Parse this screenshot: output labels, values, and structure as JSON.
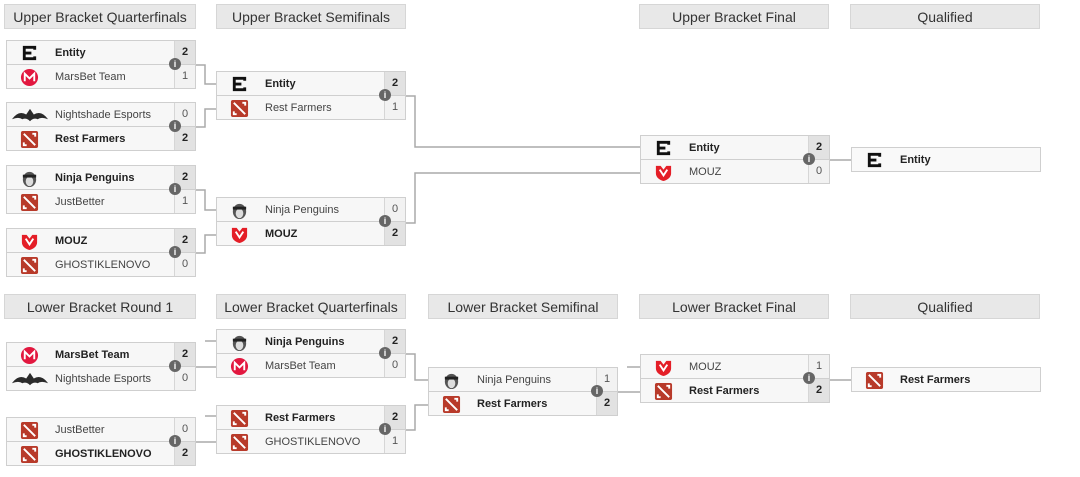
{
  "headers": {
    "ub_qf": "Upper Bracket Quarterfinals",
    "ub_sf": "Upper Bracket Semifinals",
    "ub_final": "Upper Bracket Final",
    "ub_qualified": "Qualified",
    "lb_r1": "Lower Bracket Round 1",
    "lb_qf": "Lower Bracket Quarterfinals",
    "lb_sf": "Lower Bracket Semifinal",
    "lb_final": "Lower Bracket Final",
    "lb_qualified": "Qualified"
  },
  "info_icon": "i",
  "upper": {
    "qf1": {
      "t1": "Entity",
      "s1": "2",
      "t2": "MarsBet Team",
      "s2": "1"
    },
    "qf2": {
      "t1": "Nightshade Esports",
      "s1": "0",
      "t2": "Rest Farmers",
      "s2": "2"
    },
    "qf3": {
      "t1": "Ninja Penguins",
      "s1": "2",
      "t2": "JustBetter",
      "s2": "1"
    },
    "qf4": {
      "t1": "MOUZ",
      "s1": "2",
      "t2": "GHOSTIKLENOVO",
      "s2": "0"
    },
    "sf1": {
      "t1": "Entity",
      "s1": "2",
      "t2": "Rest Farmers",
      "s2": "1"
    },
    "sf2": {
      "t1": "Ninja Penguins",
      "s1": "0",
      "t2": "MOUZ",
      "s2": "2"
    },
    "final": {
      "t1": "Entity",
      "s1": "2",
      "t2": "MOUZ",
      "s2": "0"
    },
    "qualified": "Entity"
  },
  "lower": {
    "r1a": {
      "t1": "MarsBet Team",
      "s1": "2",
      "t2": "Nightshade Esports",
      "s2": "0"
    },
    "r1b": {
      "t1": "JustBetter",
      "s1": "0",
      "t2": "GHOSTIKLENOVO",
      "s2": "2"
    },
    "qf1": {
      "t1": "Ninja Penguins",
      "s1": "2",
      "t2": "MarsBet Team",
      "s2": "0"
    },
    "qf2": {
      "t1": "Rest Farmers",
      "s1": "2",
      "t2": "GHOSTIKLENOVO",
      "s2": "1"
    },
    "sf": {
      "t1": "Ninja Penguins",
      "s1": "1",
      "t2": "Rest Farmers",
      "s2": "2"
    },
    "final": {
      "t1": "MOUZ",
      "s1": "1",
      "t2": "Rest Farmers",
      "s2": "2"
    },
    "qualified": "Rest Farmers"
  },
  "logos": {
    "entity": "entity-logo-icon",
    "marsbet": "marsbet-logo-icon",
    "nightshade": "nightshade-logo-icon",
    "dota": "dota2-logo-icon",
    "penguins": "ninja-penguins-logo-icon",
    "mouz": "mouz-logo-icon"
  },
  "colors": {
    "marsbet": "#e2173f",
    "mouz": "#e41e27",
    "dota": "#b83a2a",
    "entity": "#111111",
    "line": "#aaaaaa"
  }
}
